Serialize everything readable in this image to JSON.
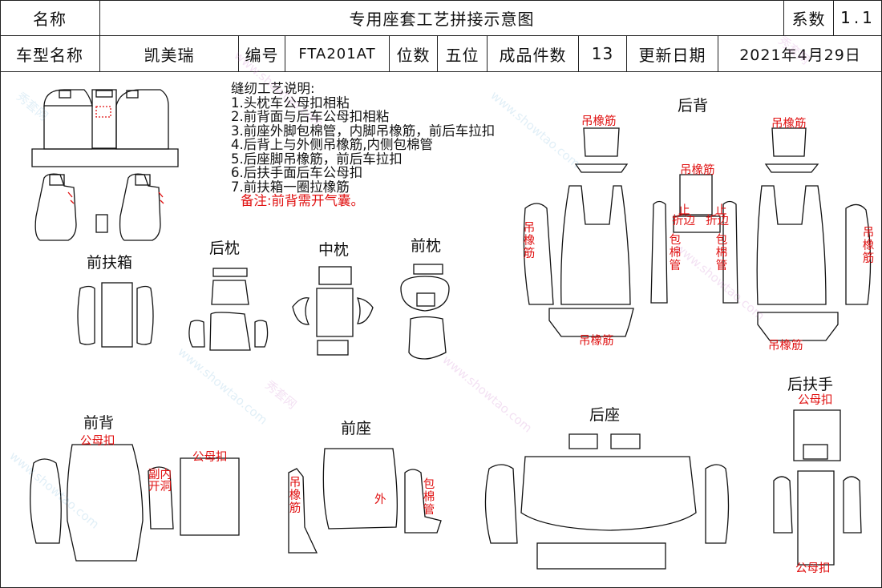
{
  "header": {
    "name_label": "名称",
    "title": "专用座套工艺拼接示意图",
    "series_label": "系数",
    "series_value": "1.1",
    "model_label": "车型名称",
    "model_value": "凯美瑞",
    "code_label": "编号",
    "code_value": "FTA201AT",
    "seats_label": "位数",
    "seats_value": "五位",
    "pieces_label": "成品件数",
    "pieces_value": "13",
    "date_label": "更新日期",
    "date_value": "2021年4月29日"
  },
  "notes": {
    "heading": "缝纫工艺说明:",
    "items": [
      "1.头枕车公母扣相粘",
      "2.前背面与后车公母扣相粘",
      "3.前座外脚包棉管，内脚吊橡筋，前后车拉扣",
      "4.后背上与外侧吊橡筋,内侧包棉管",
      "5.后座脚吊橡筋，前后车拉扣",
      "6.后扶手面后车公母扣",
      "7.前扶箱一圈拉橡筋"
    ],
    "remark": "备注:前背需开气囊。"
  },
  "sections": {
    "front_armbox": "前扶箱",
    "rear_headrest": "后枕",
    "middle_headrest": "中枕",
    "front_headrest": "前枕",
    "rear_back": "后背",
    "front_back": "前背",
    "front_seat": "前座",
    "rear_seat": "后座",
    "rear_armrest": "后扶手"
  },
  "labels": {
    "hang_elastic": "吊橡筋",
    "hang_elastic_v": "吊橡筋",
    "stop": "止",
    "fold_edge": "折边",
    "wrap_tube": "包棉管",
    "male_female_buckle": "公母扣",
    "sub_inner": "副内",
    "open_hole": "开洞",
    "outer": "外"
  },
  "watermark": {
    "cn": "秀套网",
    "en": "www.showtao.com"
  }
}
